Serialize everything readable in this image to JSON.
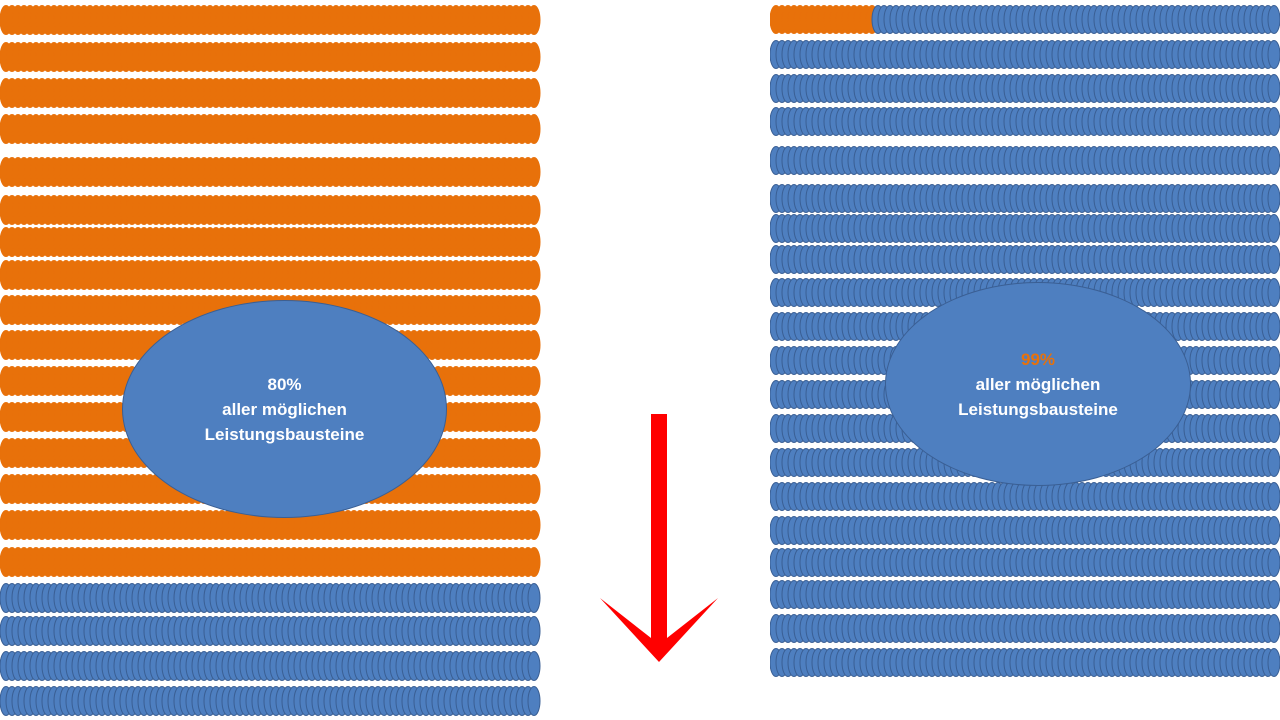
{
  "colors": {
    "share": "#e8710a",
    "rest": "#4e7fc0",
    "rest_stroke": "#3a5f94",
    "arrow": "#ff0000",
    "highlight_text": "#e8710a",
    "label_text": "#ffffff"
  },
  "left_panel": {
    "share_fraction": 0.8,
    "bubble": {
      "percent": "80%",
      "line1": "aller möglichen",
      "line2": "Leistungsbausteine"
    }
  },
  "right_panel": {
    "share_fraction": 0.99,
    "bubble": {
      "percent": "99%",
      "line1": "aller möglichen",
      "line2": "Leistungsbausteine"
    }
  },
  "arrow": {
    "direction": "down",
    "icon": "arrow-down-icon"
  }
}
